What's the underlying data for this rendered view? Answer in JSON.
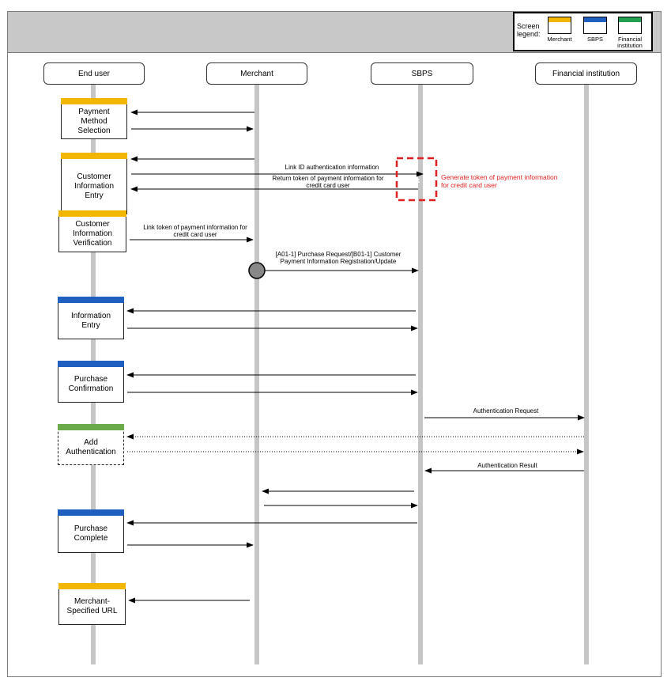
{
  "legend": {
    "title": "Screen\nlegend:",
    "items": [
      {
        "label": "Merchant",
        "color": "#f2b600"
      },
      {
        "label": "SBPS",
        "color": "#1f5fbf"
      },
      {
        "label": "Financial\ninstitution",
        "color": "#22a050"
      }
    ]
  },
  "actors": {
    "end_user": "End user",
    "merchant": "Merchant",
    "sbps": "SBPS",
    "financial_institution": "Financial institution"
  },
  "screens": {
    "payment_method_selection": "Payment\nMethod\nSelection",
    "customer_information_entry": "Customer\nInformation\nEntry",
    "customer_information_verification": "Customer\nInformation\nVerification",
    "information_entry": "Information\nEntry",
    "purchase_confirmation": "Purchase\nConfirmation",
    "add_authentication": "Add\nAuthentication",
    "purchase_complete": "Purchase\nComplete",
    "merchant_specified_url": "Merchant-\nSpecified URL"
  },
  "messages": {
    "link_id_auth": "Link ID authentication information",
    "return_token": "Return token of payment information for\ncredit card user",
    "link_token": "Link token of payment information for\ncredit card user",
    "purchase_request": "[A01-1] Purchase Request/[B01-1] Customer\nPayment Information Registration/Update",
    "authentication_request": "Authentication Request",
    "authentication_result": "Authentication Result"
  },
  "note": {
    "generate_token": "Generate token of payment information\nfor credit card user",
    "color": "#e02020"
  },
  "colors": {
    "merchant": "#f2b600",
    "sbps": "#1f5fbf",
    "financial_institution": "#6aaa4a",
    "lifeline": "#c6c6c6",
    "header": "#c8c8c8"
  }
}
